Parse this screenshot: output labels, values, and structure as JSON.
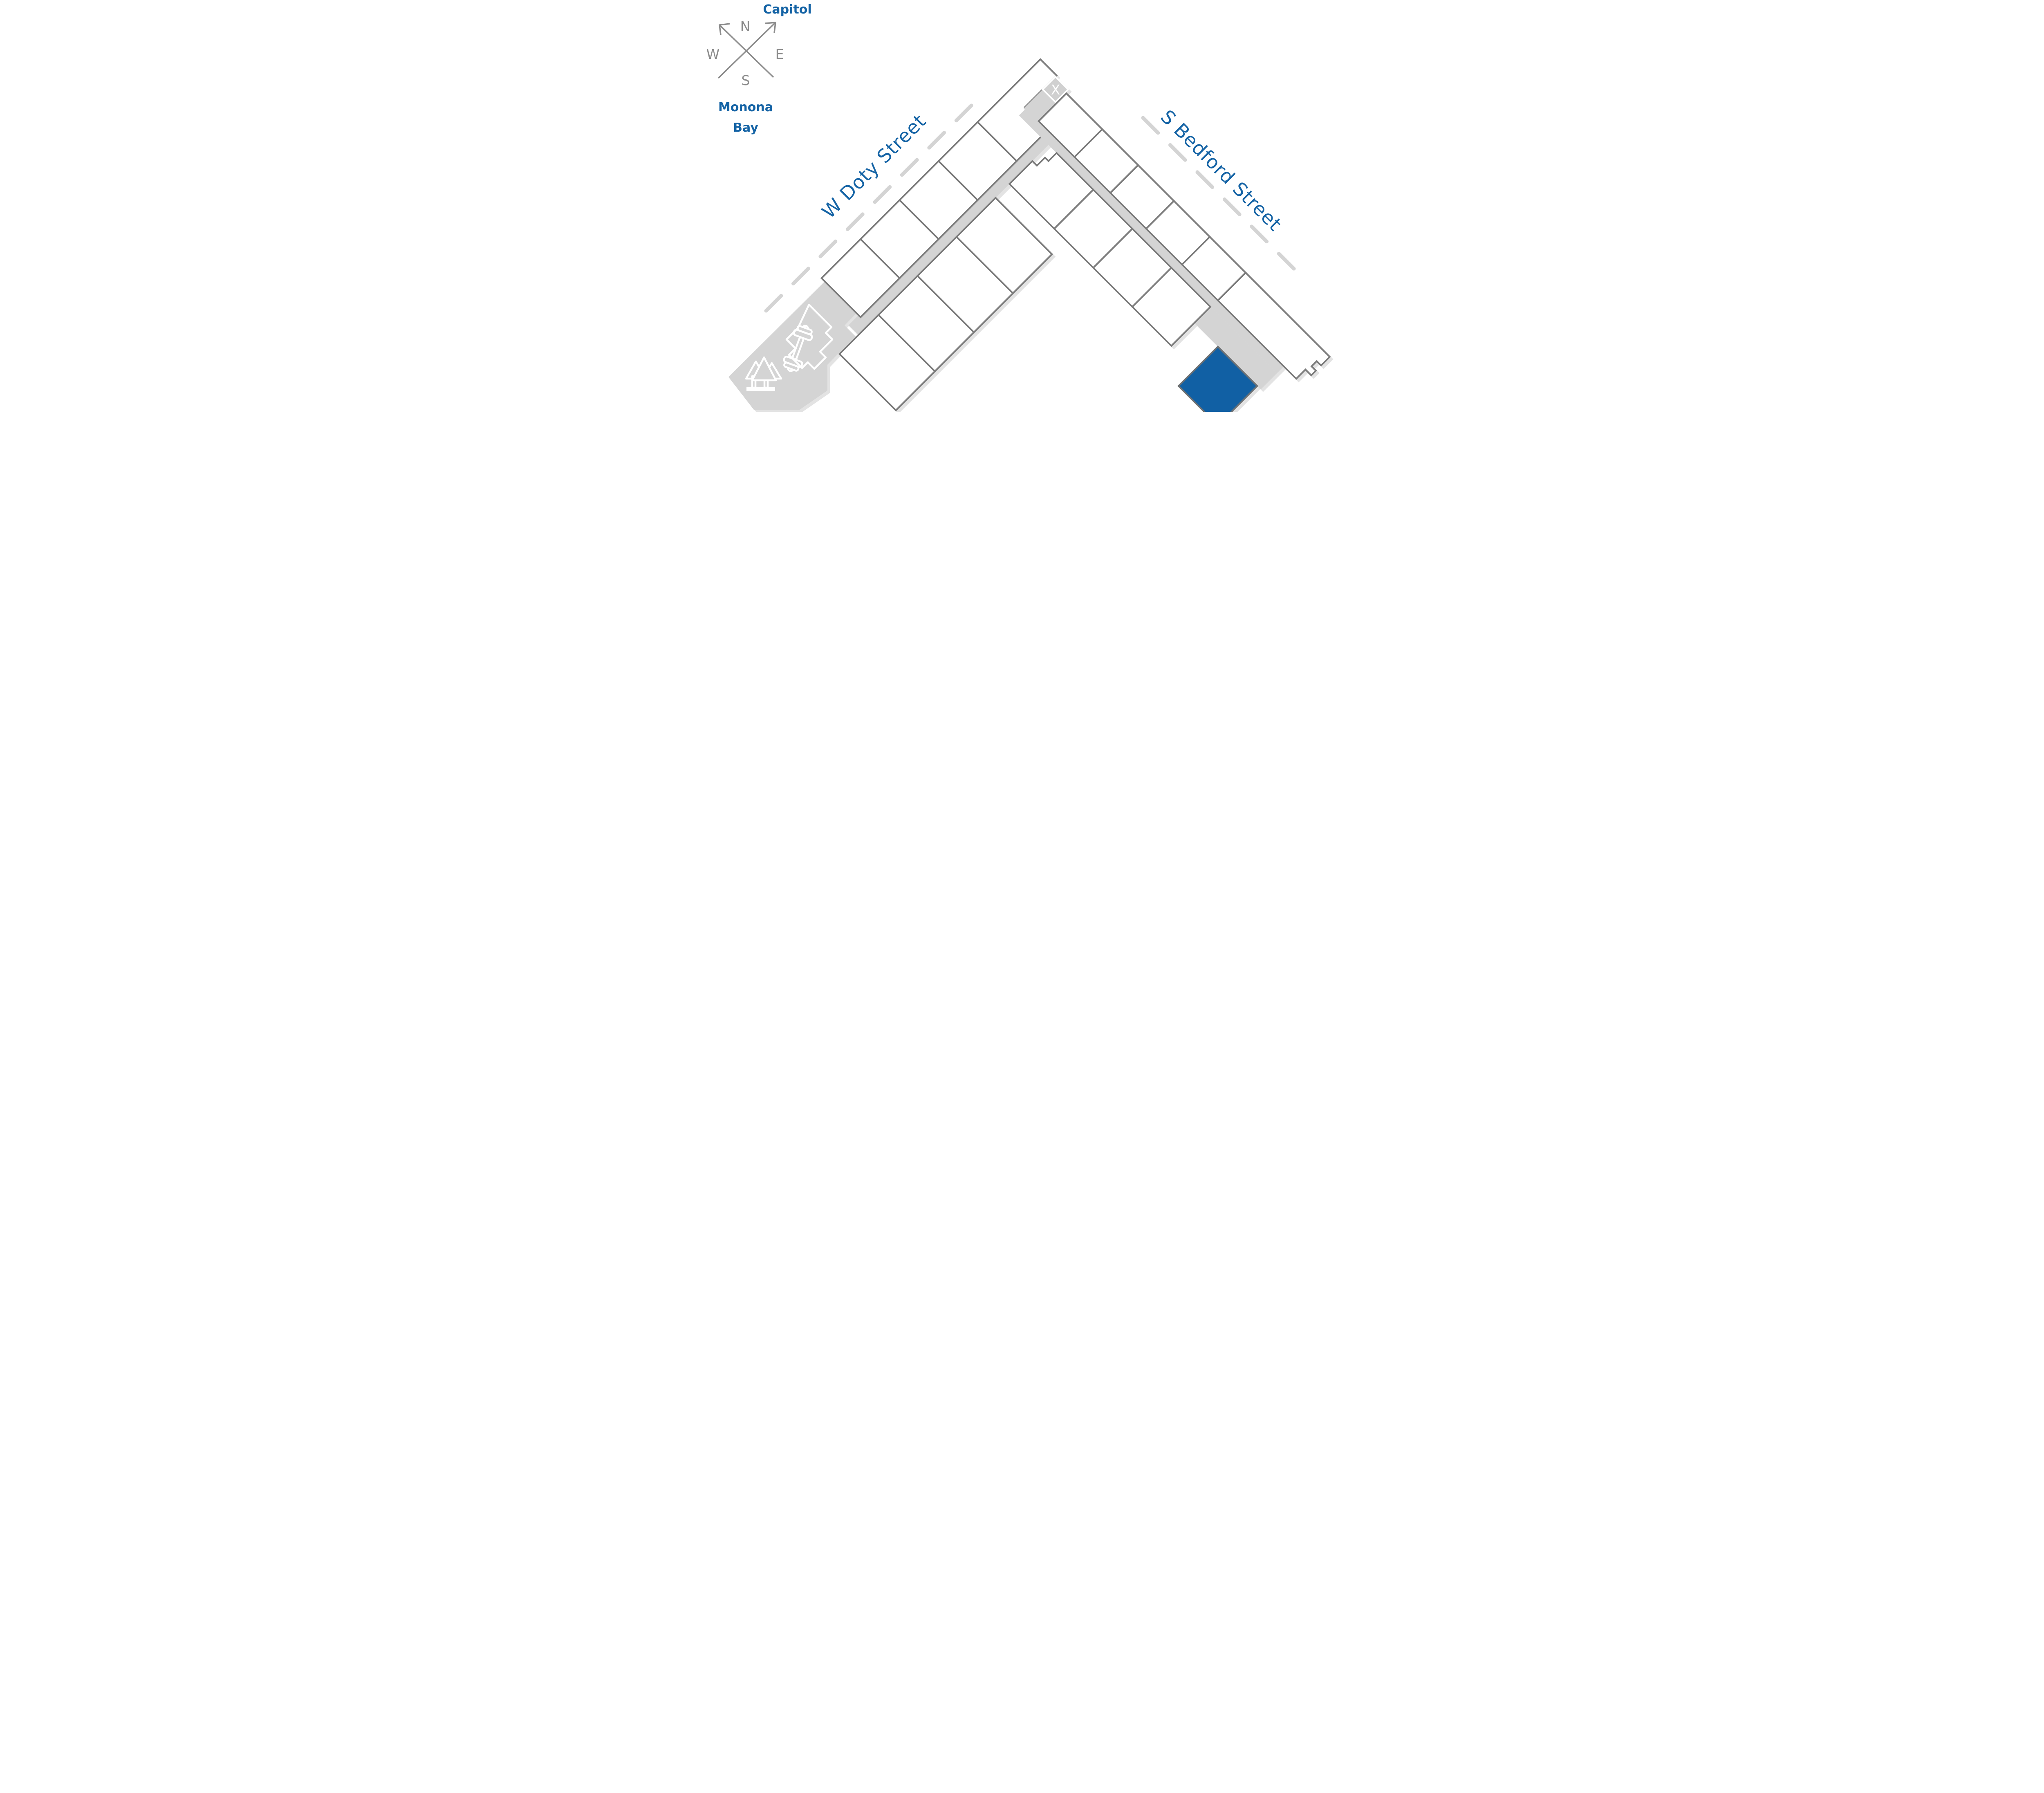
{
  "labels": {
    "capitol": "Capitol",
    "monona_bay": {
      "line1": "Monona",
      "line2": "Bay"
    }
  },
  "compass": {
    "north": "N",
    "east": "E",
    "south": "S",
    "west": "W"
  },
  "streets": {
    "w_doty": "W Doty Street",
    "s_bedford": "S Bedford Street"
  },
  "site": {
    "apex_marker_label": "X",
    "left_wing": {
      "street_row_units": 5,
      "inner_row_units": 4
    },
    "right_wing": {
      "street_row_units": 6,
      "inner_row_units": 4,
      "highlighted_units": 1
    }
  },
  "colors": {
    "accent_blue": "#1463A5",
    "highlighted_unit_blue": "#1160A4",
    "unit_outline_gray": "#7b7b7b",
    "surface_gray": "#d4d4d4",
    "compass_gray": "#8c8c8c",
    "background": "#ffffff"
  },
  "icons": [
    "compass-icon",
    "x-marker-icon",
    "dumbbell-icon",
    "trees-icon"
  ]
}
